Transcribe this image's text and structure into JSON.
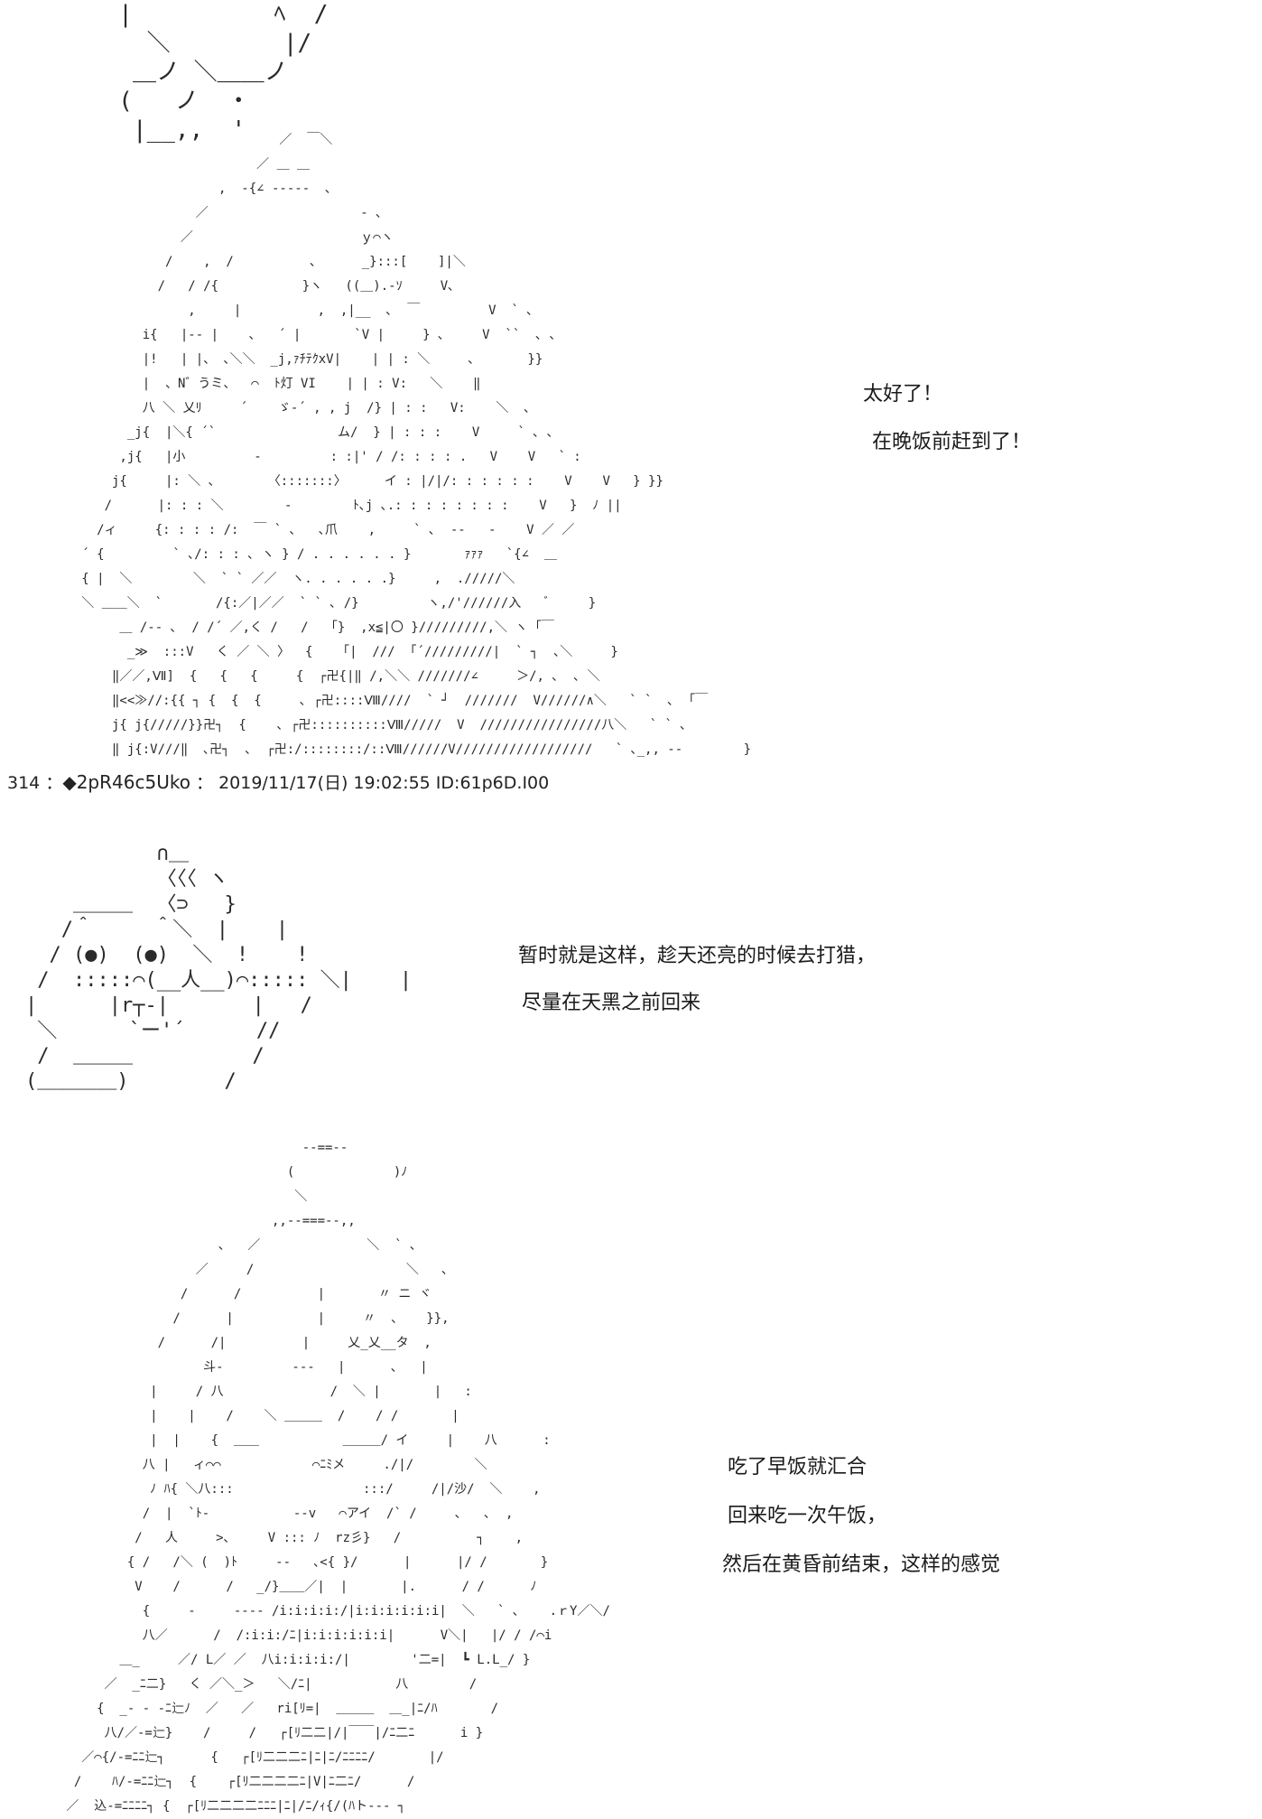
{
  "post": {
    "number": "314",
    "separator": "：",
    "trip": "◆2pR46c5Uko",
    "separator2": "：",
    "datetime": "2019/11/17(日) 19:02:55 ID:61p6D.I00"
  },
  "dialogue": {
    "block1": [
      "太好了！",
      "在晚饭前赶到了！"
    ],
    "block2": [
      "暂时就是这样，趁天还亮的时候去打猎，",
      "尽量在天黑之前回来"
    ],
    "block3": [
      "吃了早饭就汇合",
      "回来吃一次午饭，",
      "然后在黄昏前结束，这样的感觉"
    ]
  },
  "art": {
    "top_fragment": "  |          ﾍ  /\n    ＼        |/\n   ＿ノ ＼＿＿ノ\n  (   ノ  ・\n   |__,,  '",
    "girl_one": "                                    ／  ￣＼\n                                 ／ ＿ ＿\n                            ,  ‐{∠ ---‐‐  ､\n                         ／                    ‐ ､\n                       ／                      ｙ⌒ヽ\n                     /    ,  /          ､      _}:::[    ]|＼\n                    /   / /{           }ヽ   ((＿).‐ｿ     V､\n                        ,     |          ,  ,|__  ､  ￣         V  ` ､\n                  i{   |‐‐ |    ､   ´ |       `V |     } ､     V  ``  ､ ､\n                  |!   | |、 ､＼＼  _j,ｧﾁﾃｸxV|    | | : ＼     ､       }}\n                  |  、N゛うミ、  ⌒  ﾄ灯 VI    | | : V:   ＼    ‖\n                  八 ＼ 乂ﾘ     ´    ゞ-´ , , j  /} | : :   V:    ＼  ､\n                _j{  |＼{ ´`                ム/  } | : : :    V     ` ､ ､\n               ,j{   |小         -         : :|' / /: : : : .   V    V   ` :\n              j{     |: ＼ ､       〈:::::::〉     イ : |/|/: : : : : :    V    V   } }}\n             /      |: : : ＼        ‐        ﾄ､j ､.: : : : : : : :    V   }  ﾉ ||\n            /ィ     {: : : : /:  ￣ ` ､   ､爪    ,     ` ､  ‐‐   ‐    V ／ ／\n          ´ {         ` ､/: : : ､ ヽ } / . . . . . . }       ｧｧｧ   `{∠  ＿\n          { |  ＼        ＼  ` ` ／／  ヽ. . . . . .}     ,  ./////＼\n          ＼ ＿＿＼  `       /{:／|／／  ` ` ､ /}         ヽ,/'//////入   ﾞ     }\n               ＿ /‐‐ ､  / /´ ／,く /   /   ｢}  ,x≦|〇 }/////////,＼ ヽ ｢￣\n                _≫  :::V   く ／ ＼ 〉  {    ｢|  ///  ｢´/////////|  ` ┐  ､＼     }\n              ‖／／,Ⅶ]  {   {   {     {  ┌卍{|‖ /,＼＼ ///////∠     ＞/, ､  ､ ＼\n              ‖<<≫//:{{ ┐ {  {  {     ､ ┌卍::::Ⅷ////  ` ┘  ///////  V//////∧＼   ` `  ､  ｢￣\n              j{ j{/////}}卍┐  {    ､ ┌卍::::::::::Ⅷ/////  V  ////////////////八＼   ` ` ､\n              ‖ j{:V///‖  ､卍┐  ､  ┌卍:/::::::::/::Ⅷ//////V//////////////////   ` ､_,, ‐‐        }",
    "bear": "           ∩＿\n           〈〈〈 ヽ\n    ＿＿＿  〈⊃   }\n   /＾     ＾＼  |    |\n  / (●)  (●)  ＼  !    !\n /  :::::⌒(__人__)⌒::::: ＼|    |\n|      |r┬-|       |   /\n ＼      `ー'´      //\n /  ＿＿＿          /\n(＿＿＿＿)        /",
    "girl_two": "                                       ‐‐==‐‐\n                                     (             )ﾉ\n                                      ＼\n                                   ,,‐‐===‐‐,,\n                            ､   ／              ＼  ` ､\n                         ／     /                    ＼   ､\n                       /      /          |       〃 ニ ヾ\n                      /      |           |     〃  、   }},\n                    /      /|          |     乂_乂__タ  ,\n                          斗‐         ‐‐‐   |      ､   |\n                   |     / 八              /  ＼ |       |   :\n                   |    |    /    ＼ ＿＿＿  /    / /       |\n                   |  |    {  ＿＿           ＿＿＿/ イ     |    八      :\n                  八 |   ィ⌒⌒            ⌒ﾆﾐメ     ./|/        ＼\n                   ﾉ ﾊ{ ＼八:::                 :::/     /|/沙/  ＼    ,\n                  /  |  `ﾄ‐           ‐‐v   ⌒アイ  /` /     ､   ､  ,\n                 /   人     >､     V ::: ﾉ  rz彡}   /          ┐    ,\n                { /   /＼ (  )ﾄ     ‐‐   ､<{ }/      |      |/ /       }\n                 V    /      /   _/}＿＿／|  |       |.      / /      ﾉ\n                  {     -     -‐‐‐ /i:i:i:i:/|i:i:i:i:i:i|  ＼   ` ､    .ｒY／＼/\n                  八／      /  /:i:i:/ﾆ|i:i:i:i:i:i|      V＼|   |/ / /⌒i\n               ＿_     ／/ L／ ／  八i:i:i:i:/|        '二=|  ┗ L.L_/ }\n             ／  _ﾆ二}   く ／＼_＞   ＼/ﾆ|           八        /\n            {  _- - -ﾆ辷ﾉ  ／   ／   ri[ﾘ=|  ＿＿＿  ＿_|ﾆ/ﾊ       /\n             八/／-=辷}    /     /   ┌[ﾘ二二|/|￣￣|/ﾆ二ﾆ      i }\n          ／⌒{/-=ﾆﾆ辷┐      {   ┌[ﾘ二二二ﾆ|ﾆ|ﾆ/ﾆﾆﾆﾆ/       |/\n         /    ﾊ/-=ﾆﾆ辷┐  {    ┌[ﾘ二二二二ﾆ|V|ﾆ二ﾆ/      /\n        ／  込-=ﾆﾆﾆﾆ┐ {  ┌[ﾘ二二二二ﾆﾆﾆ|ﾆ|/ﾆ/ｨ{/(ﾊト‐‐‐ ┐ "
  }
}
